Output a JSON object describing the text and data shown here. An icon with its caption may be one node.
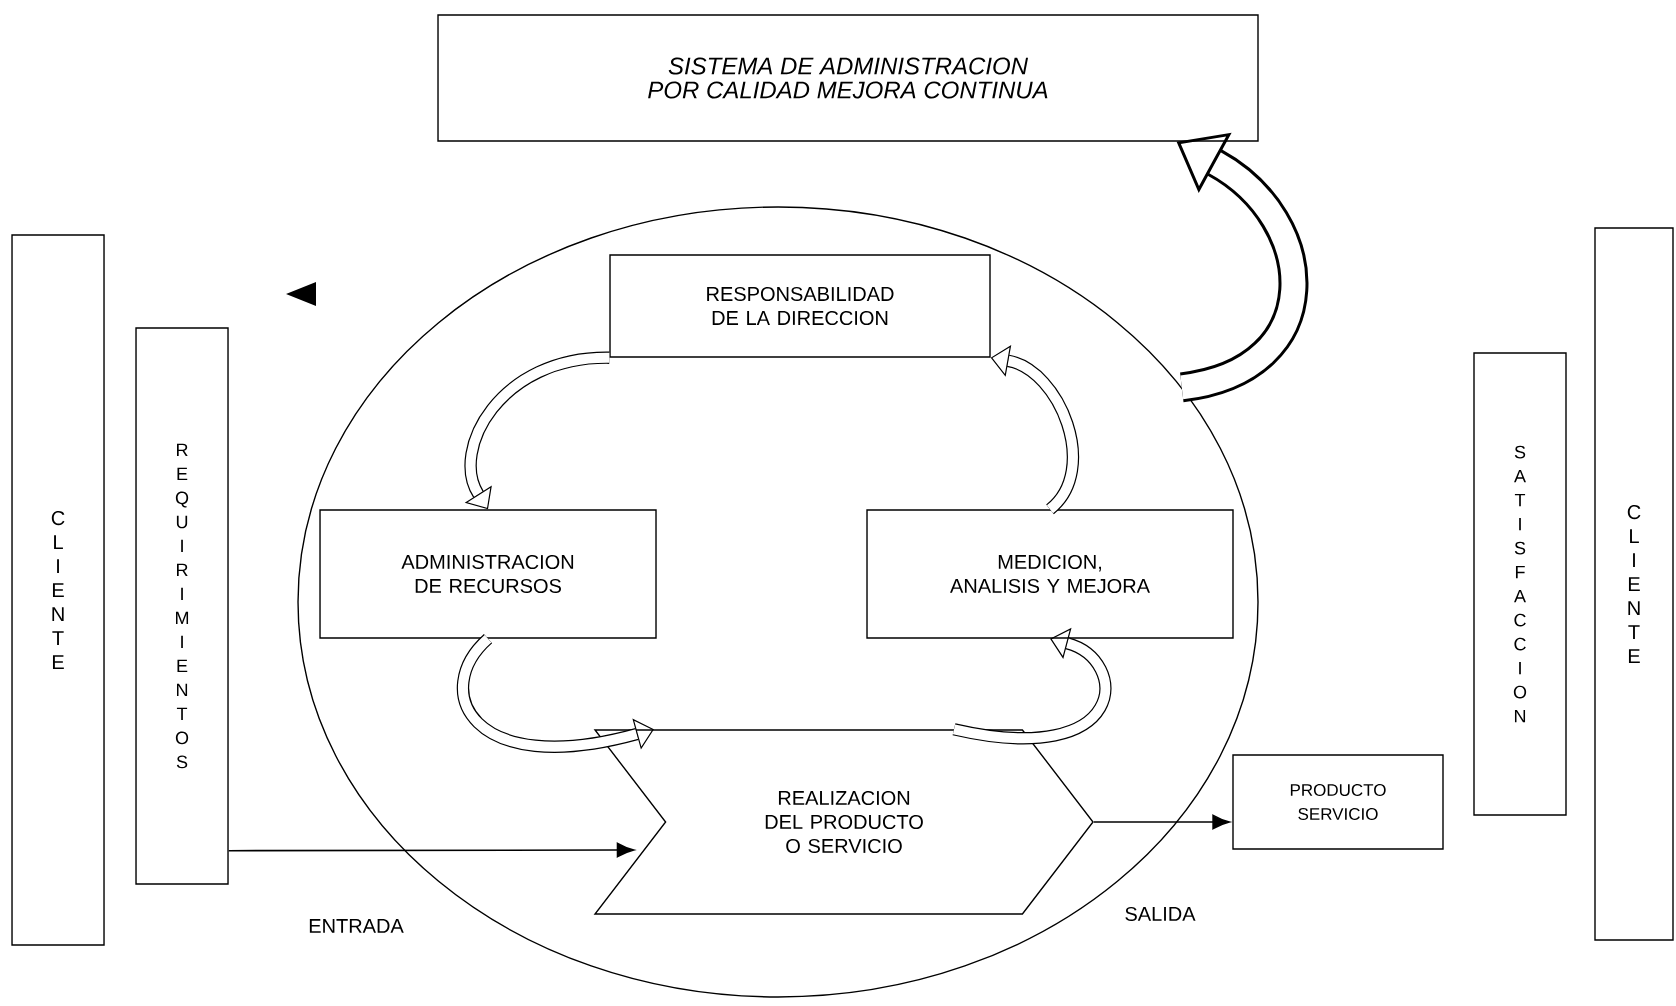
{
  "diagram": {
    "nodes": [
      {
        "text": [
          "SISTEMA DE ADMINISTRACION POR CALIDAD MEJORA CONTINUA"
        ]
      },
      {
        "text": [],
        "shape": "circle"
      },
      {
        "text": [
          "C L I E N T E"
        ]
      },
      {
        "text": [
          "R E Q U I R I M I E N T O S"
        ]
      },
      {
        "text": [
          "RESPONSABILIDAD DE LA DIRECCION"
        ],
        "in": 1
      },
      {
        "text": [
          "ADMINISTRACION DE RECURSOS"
        ],
        "in": 1
      },
      {
        "text": [
          "MEDICION, ANALISIS Y MEJORA"
        ],
        "in": 1
      },
      {
        "text": [
          "REALIZACION DEL PRODUCTO O SERVICIO"
        ],
        "in": 1
      },
      {
        "text": [
          "PRODUCTO SERVICIO"
        ]
      },
      {
        "text": [
          "S A T I S F A C C I O N"
        ]
      },
      {
        "text": [
          "C L I E N T E"
        ]
      }
    ],
    "edges": [
      {
        "from": 3,
        "to": 7,
        "arrow": "to",
        "label": "ENTRADA"
      },
      {
        "from": 7,
        "to": 8,
        "arrow": "to",
        "label": "SALIDA"
      },
      {
        "from": 5,
        "to": 7,
        "arrow": "to"
      },
      {
        "from": 7,
        "to": 6,
        "arrow": "to"
      },
      {
        "from": 6,
        "to": 4,
        "arrow": "to"
      },
      {
        "from": 4,
        "to": 5,
        "arrow": "to"
      },
      {
        "from": 1,
        "to": 0,
        "arrow": "to",
        "style": "thick"
      }
    ]
  }
}
